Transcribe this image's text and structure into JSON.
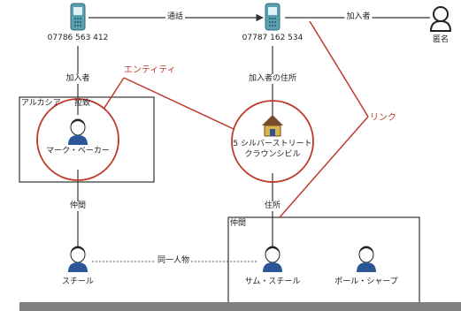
{
  "nodes": {
    "phone_left": {
      "number": "07786 563 412",
      "icon": "phone-icon"
    },
    "phone_right": {
      "number": "07787 162 534",
      "icon": "phone-icon"
    },
    "anonymous": {
      "label": "匿名",
      "icon": "person-outline-icon"
    },
    "mark_baker": {
      "label": "マーク・ベーカー",
      "icon": "person-icon"
    },
    "address": {
      "line1": "5 シルバーストリート",
      "line2": "クラウンシビル",
      "icon": "house-icon"
    },
    "steel": {
      "label": "スチール",
      "icon": "person-icon"
    },
    "sam_steel": {
      "label": "サム・スチール",
      "icon": "person-icon"
    },
    "paul_sharp": {
      "label": "ポール・シャープ",
      "icon": "person-icon"
    }
  },
  "edges": {
    "call": "通話",
    "subscriber_left": "加入者",
    "subscriber_right": "加入者",
    "subscriber_address": "加入者の住所",
    "associate_left": "仲間",
    "address_edge": "住所",
    "same_person": "同一人物"
  },
  "groups": {
    "alcadia": {
      "label_a": "アルカシア",
      "label_b": "拉致"
    },
    "associates": {
      "label": "仲間"
    }
  },
  "annotations": {
    "entity": "エンティティ",
    "link": "リンク"
  },
  "colors": {
    "edge": "#333333",
    "annotation": "#c0392b",
    "phone": "#5aa0b0",
    "person_head": "#2b5597",
    "house_roof": "#7a4a2a",
    "house_wall": "#d9b44a"
  }
}
